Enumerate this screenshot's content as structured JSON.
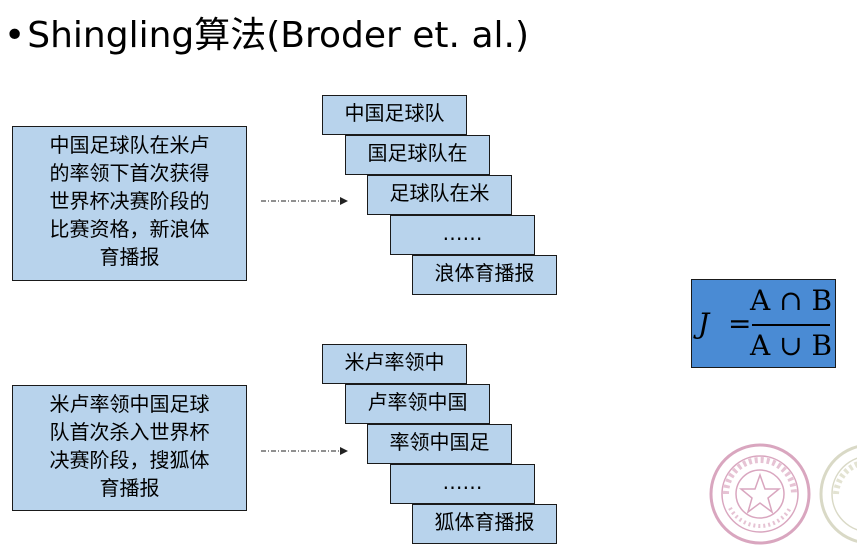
{
  "title": {
    "bullet": "•",
    "prefix": "Shingling",
    "cjk": "算法",
    "suffix": "(Broder et. al.)"
  },
  "groups": [
    {
      "source_lines": [
        "中国足球队在米卢",
        "的率领下首次获得",
        "世界杯决赛阶段的",
        "比赛资格，新浪体",
        "育播报"
      ],
      "shingles": [
        "中国足球队",
        "国足球队在",
        "足球队在米",
        "……",
        "浪体育播报"
      ]
    },
    {
      "source_lines": [
        "米卢率领中国足球",
        "队首次杀入世界杯",
        "决赛阶段，搜狐体",
        "育播报"
      ],
      "shingles": [
        "米卢率领中",
        "卢率领中国",
        "率领中国足",
        "……",
        "狐体育播报"
      ]
    }
  ],
  "formula": {
    "lhs": "J",
    "eq": "=",
    "numerator": "A ∩ B",
    "denominator": "A ∪ B"
  },
  "colors": {
    "box_fill": "#b8d3ec",
    "formula_fill": "#4a8bd4",
    "seal": "#d9a6bf"
  }
}
